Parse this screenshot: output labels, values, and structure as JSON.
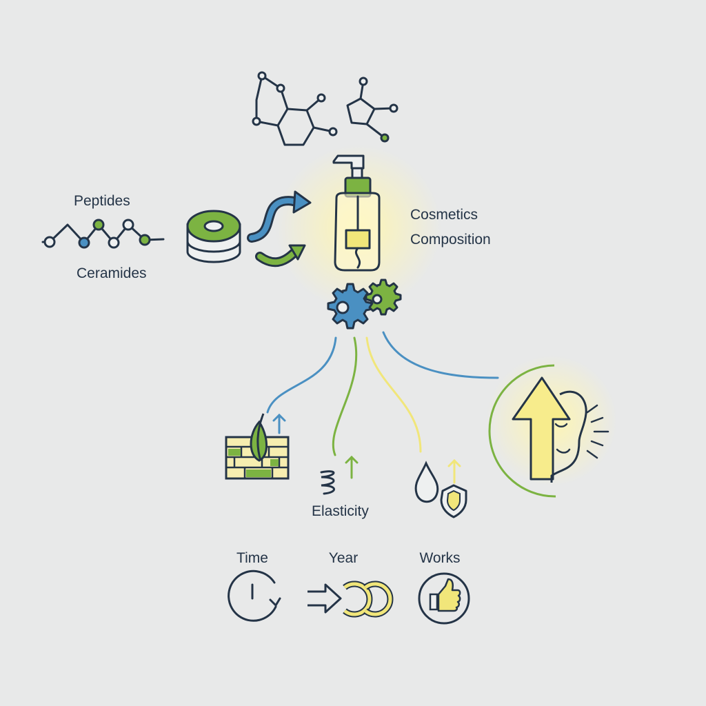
{
  "labels": {
    "peptides": "Peptides",
    "ceramides": "Ceramides",
    "cosmetics": "Cosmetics",
    "composition": "Composition",
    "elasticity": "Elasticity",
    "time": "Time",
    "year": "Year",
    "works": "Works"
  },
  "colors": {
    "background": "#e8e9e9",
    "outline": "#243447",
    "green": "#7cb342",
    "blue": "#4a90c2",
    "yellow": "#f1e67a",
    "glow": "#fff6b0"
  },
  "icons": [
    "molecule-icon",
    "peptide-chain-icon",
    "ceramide-stack-icon",
    "swap-arrows-icon",
    "pump-bottle-icon",
    "gears-icon",
    "skin-layer-icon",
    "spring-icon",
    "droplet-shield-icon",
    "face-glow-icon",
    "clock-icon",
    "year-cycle-icon",
    "thumbs-up-icon"
  ]
}
